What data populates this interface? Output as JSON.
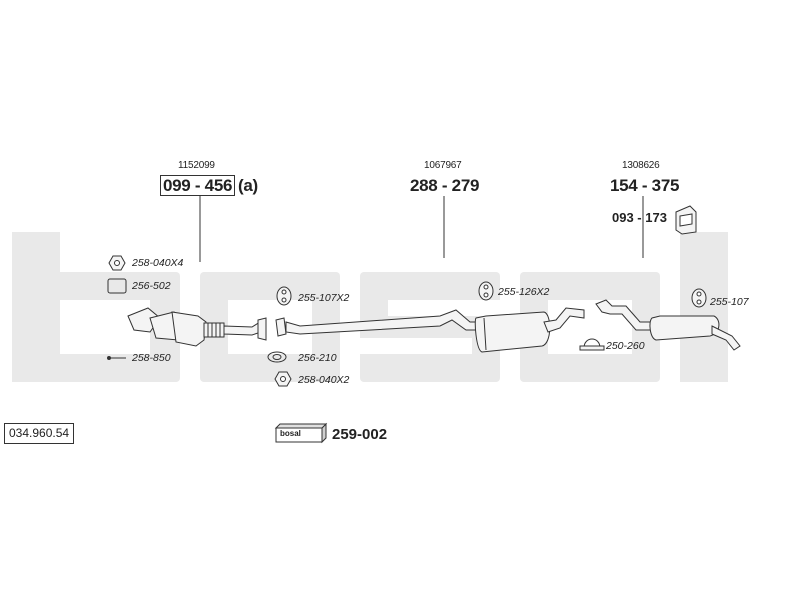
{
  "watermark": {
    "text": "bosal",
    "color": "#e9e9e9"
  },
  "catalog_number": "034.960.54",
  "assemblies": [
    {
      "ref": "1152099",
      "part": "099 - 456",
      "suffix": "(a)"
    },
    {
      "ref": "1067967",
      "part": "288 - 279"
    },
    {
      "ref": "1308626",
      "part": "154 - 375"
    }
  ],
  "mount_part": "093 - 173",
  "parts": [
    {
      "label": "258-040X4",
      "icon": "nut-icon"
    },
    {
      "label": "256-502",
      "icon": "gasket-square-icon"
    },
    {
      "label": "258-850",
      "icon": "bolt-icon"
    },
    {
      "label": "255-107X2",
      "icon": "rubber-hanger-icon"
    },
    {
      "label": "256-210",
      "icon": "gasket-oval-icon"
    },
    {
      "label": "258-040X2",
      "icon": "nut-icon"
    },
    {
      "label": "255-126X2",
      "icon": "rubber-hanger-icon"
    },
    {
      "label": "250-260",
      "icon": "clamp-icon"
    },
    {
      "label": "255-107",
      "icon": "rubber-hanger-icon"
    }
  ],
  "kit": {
    "logo_text": "bosal",
    "part": "259-002"
  },
  "colors": {
    "line": "#333333",
    "pipe_fill": "#f4f4f4"
  }
}
